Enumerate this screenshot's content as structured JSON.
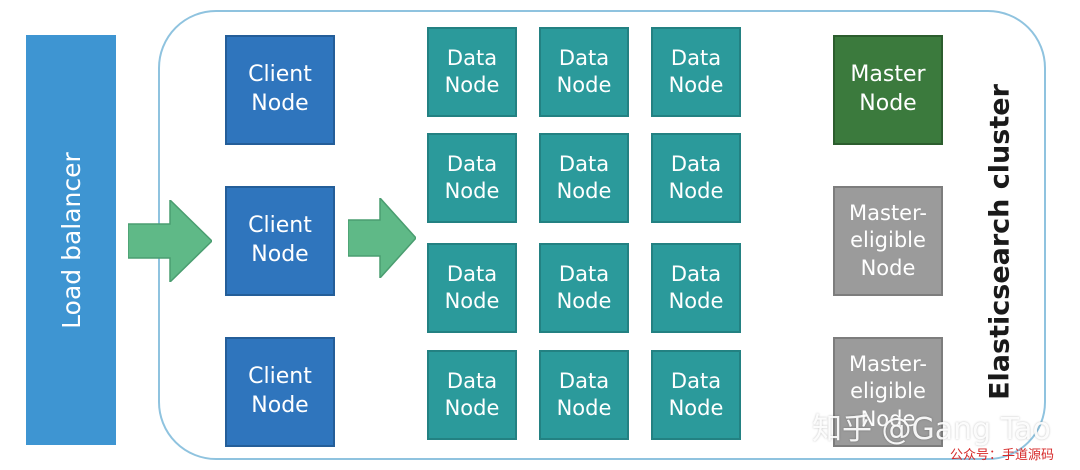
{
  "diagram": {
    "load_balancer": {
      "label": "Load balancer"
    },
    "cluster": {
      "label": "Elasticsearch cluster"
    },
    "client_nodes": [
      {
        "label": "Client\nNode"
      },
      {
        "label": "Client\nNode"
      },
      {
        "label": "Client\nNode"
      }
    ],
    "data_nodes": [
      {
        "label": "Data\nNode"
      },
      {
        "label": "Data\nNode"
      },
      {
        "label": "Data\nNode"
      },
      {
        "label": "Data\nNode"
      },
      {
        "label": "Data\nNode"
      },
      {
        "label": "Data\nNode"
      },
      {
        "label": "Data\nNode"
      },
      {
        "label": "Data\nNode"
      },
      {
        "label": "Data\nNode"
      },
      {
        "label": "Data\nNode"
      },
      {
        "label": "Data\nNode"
      },
      {
        "label": "Data\nNode"
      }
    ],
    "master_nodes": [
      {
        "label": "Master\nNode"
      },
      {
        "label": "Master-\neligible\nNode"
      },
      {
        "label": "Master-\neligible\nNode"
      }
    ],
    "colors": {
      "load_balancer": "#3e95d2",
      "client_node": "#2f75bd",
      "data_node": "#2b9a9b",
      "master_node": "#3b7a3d",
      "master_eligible_node": "#9b9b9b",
      "arrow": "#5fb987",
      "cluster_border": "#8fc3df"
    }
  },
  "watermark": {
    "primary": "知乎 @Gang Tao",
    "secondary": "公众号：手道源码"
  }
}
